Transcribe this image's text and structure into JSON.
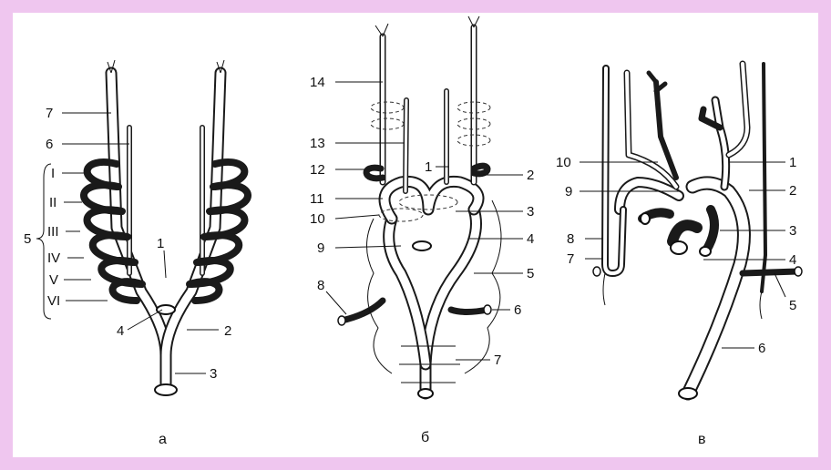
{
  "colors": {
    "frame": "#efc6ef",
    "panel": "#ffffff",
    "ink": "#1a1a1a"
  },
  "diagram_a": {
    "caption": "а",
    "labels": {
      "n1": "1",
      "n2": "2",
      "n3": "3",
      "n4": "4",
      "n5": "5",
      "n6": "6",
      "n7": "7"
    },
    "arches": [
      "I",
      "II",
      "III",
      "IV",
      "V",
      "VI"
    ]
  },
  "diagram_b": {
    "caption": "б",
    "labels": [
      "1",
      "2",
      "3",
      "4",
      "5",
      "6",
      "7",
      "8",
      "9",
      "10",
      "11",
      "12",
      "13",
      "14"
    ]
  },
  "diagram_v": {
    "caption": "в",
    "labels": [
      "1",
      "2",
      "3",
      "4",
      "5",
      "6",
      "7",
      "8",
      "9",
      "10"
    ]
  }
}
